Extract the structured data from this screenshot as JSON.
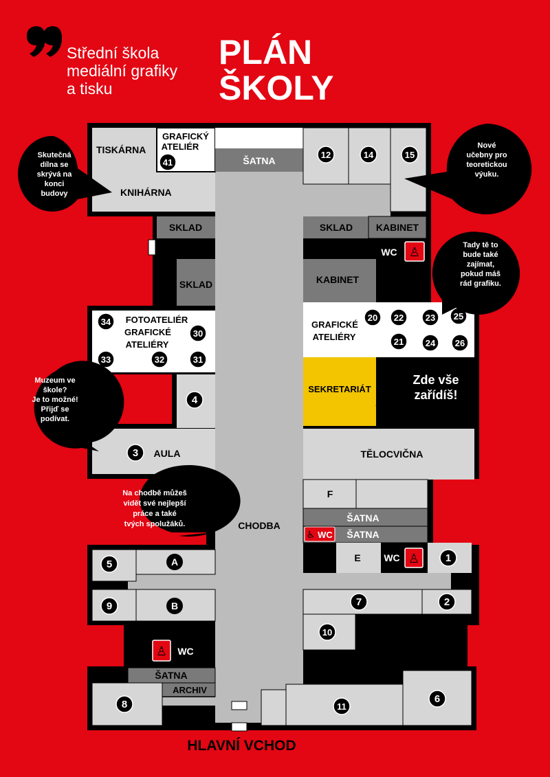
{
  "header": {
    "school_name": "Střední škola\nmediální grafiky\na tisku",
    "title_line1": "PLÁN",
    "title_line2": "ŠKOLY"
  },
  "colors": {
    "background": "#e30613",
    "room": "#d6d6d6",
    "corridor": "#bcbcbc",
    "dark_room": "#7a7a7a",
    "highlight": "#f2c500",
    "wall": "#000000",
    "white_room": "#ffffff"
  },
  "rooms": {
    "tiskarna": "TISKÁRNA",
    "knihárna": "KNIHÁRNA",
    "graficky_atelier": "GRAFICKÝ\nATELIÉR",
    "satna_top": "ŠATNA",
    "sklad_left": "SKLAD",
    "sklad_right": "SKLAD",
    "kabinet_top": "KABINET",
    "wc_top": "WC",
    "sklad_mid": "SKLAD",
    "kabinet_mid": "KABINET",
    "fotoatelier": "FOTOATELIÉR\nGRAFICKÉ\nATELIÉRY",
    "graficke_ateliery": "GRAFICKÉ\nATELIÉRY",
    "sekretariat": "SEKRETARIÁT",
    "aula": "AULA",
    "telocvicna": "TĚLOCVIČNA",
    "f": "F",
    "satna_1": "ŠATNA",
    "satna_2": "ŠATNA",
    "wc_accessible": "WC",
    "e": "E",
    "wc_right": "WC",
    "chodba": "CHODBA",
    "a": "A",
    "b": "B",
    "wc_left": "WC",
    "satna_bottom": "ŠATNA",
    "archiv": "ARCHIV"
  },
  "room_numbers": [
    "41",
    "12",
    "14",
    "15",
    "34",
    "30",
    "33",
    "32",
    "31",
    "20",
    "22",
    "23",
    "25",
    "21",
    "24",
    "26",
    "4",
    "3",
    "5",
    "9",
    "1",
    "7",
    "2",
    "10",
    "8",
    "11",
    "6"
  ],
  "bubbles": {
    "dilna": "Skutečná\ndílna se\nskrývá na\nkonci\nbudovy",
    "ucebny": "Nové\nučebny pro\nteoretickou\nvýuku.",
    "grafika": "Tady tě to\nbude také\nzajímat,\npokud máš\nrád grafiku.",
    "zarid": "Zde vše\nzařídíš!",
    "muzeum": "Muzeum ve\nškole?\nJe to možné!\nPřijď se\npodívat.",
    "chodba": "Na chodbě můžeš\nvidět své nejlepší\npráce a také\ntvých spolužáků."
  },
  "entrance": "HLAVNÍ VCHOD"
}
